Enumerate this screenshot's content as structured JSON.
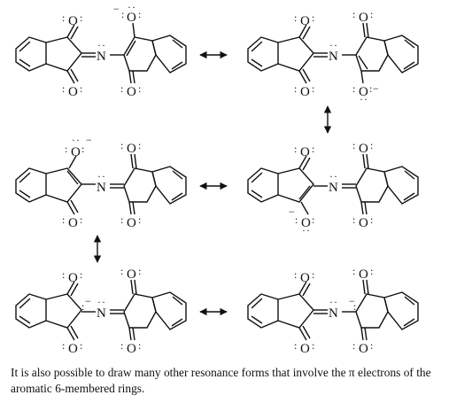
{
  "atoms": {
    "oxygen": "O",
    "nitrogen": "N",
    "negative_charge": "−",
    "lone_pair": "··"
  },
  "caption": {
    "line1": "It is also possible to draw many other resonance forms that involve the π electrons of the",
    "line2": "aromatic 6-membered rings."
  }
}
